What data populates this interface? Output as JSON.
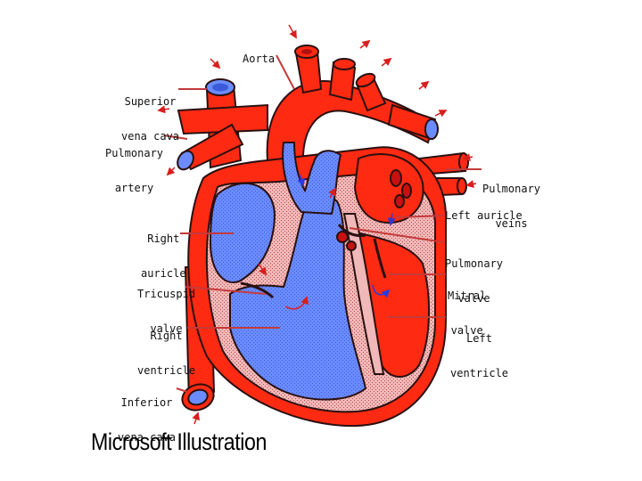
{
  "labels": {
    "aorta": "Aorta",
    "superior_vena_cava": [
      "Superior",
      "vena cava"
    ],
    "pulmonary_artery": [
      "Pulmonary",
      "artery"
    ],
    "right_auricle": [
      "Right",
      "auricle"
    ],
    "tricuspid_valve": [
      "Tricuspid",
      "valve"
    ],
    "right_ventricle": [
      "Right",
      "ventricle"
    ],
    "inferior_vena_cava": [
      "Inferior",
      "vena cava"
    ],
    "pulmonary_veins": [
      "Pulmonary",
      "veins"
    ],
    "left_auricle": "Left auricle",
    "pulmonary_valve": [
      "Pulmonary",
      "valve"
    ],
    "mitral_valve": [
      "Mitral",
      "valve"
    ],
    "left_ventricle": [
      "Left",
      "ventricle"
    ]
  },
  "credit": "Microsoft Illustration",
  "colors": {
    "oxygenated": "#ff2a12",
    "deoxygenated": "#6b8cff",
    "wall": "#e8a8a8",
    "outline": "#2a1010",
    "arrow": "#d81e1e",
    "label_line": "#c43a3a"
  }
}
